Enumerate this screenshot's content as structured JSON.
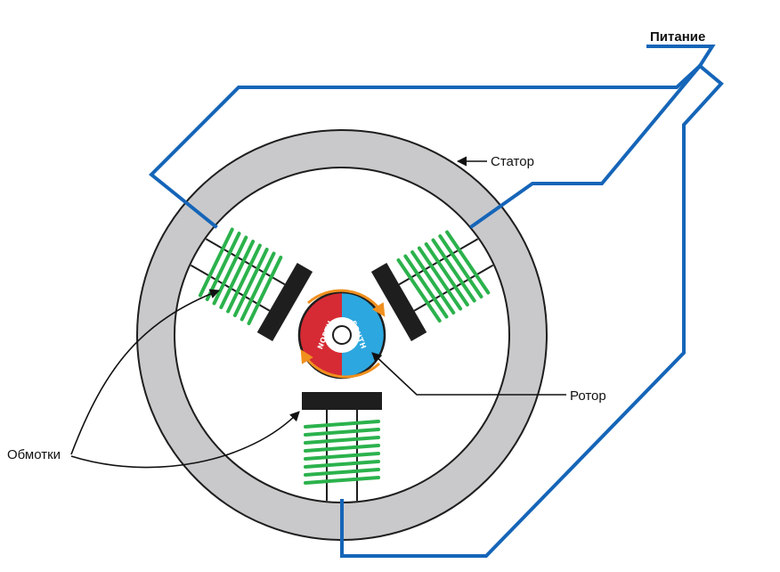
{
  "labels": {
    "power": "Питание",
    "stator": "Статор",
    "rotor": "Ротор",
    "windings": "Обмотки"
  },
  "rotor": {
    "north": "NORTH",
    "south": "SOUTH"
  },
  "colors": {
    "wire": "#1565b8",
    "coil": "#2bb24c",
    "stator_ring": "#c9c9cb",
    "pole_shoe": "#1e1e1e",
    "north": "#d62b34",
    "south": "#2da7df",
    "rotation_arrows": "#f0901e"
  },
  "icons": [
    "arrow-left-icon",
    "rotation-arrow-icon"
  ]
}
